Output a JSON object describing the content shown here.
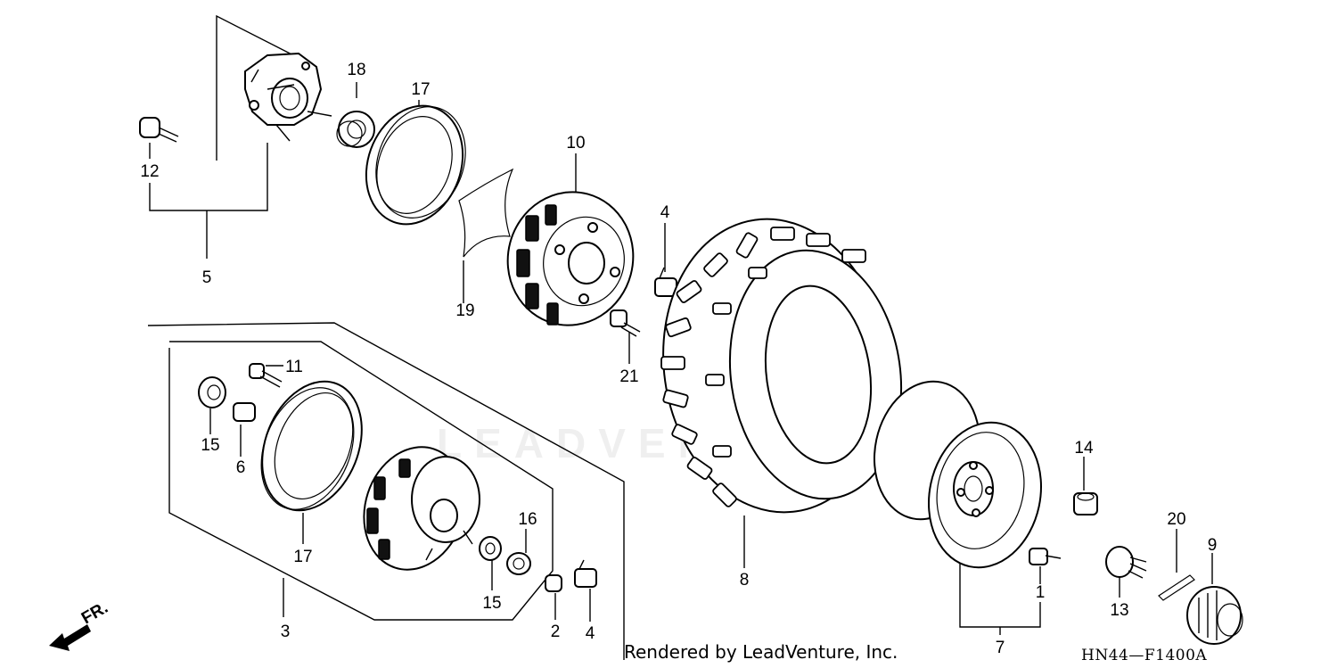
{
  "callouts": {
    "c1": "1",
    "c2": "2",
    "c3": "3",
    "c4a": "4",
    "c4b": "4",
    "c5": "5",
    "c6": "6",
    "c7": "7",
    "c8": "8",
    "c9": "9",
    "c10": "10",
    "c11": "11",
    "c12": "12",
    "c13": "13",
    "c14": "14",
    "c15a": "15",
    "c15b": "15",
    "c16": "16",
    "c17a": "17",
    "c17b": "17",
    "c18": "18",
    "c19": "19",
    "c20": "20",
    "c21": "21"
  },
  "front_arrow": "FR.",
  "footer": {
    "credit": "Rendered by LeadVenture, Inc.",
    "diagram_code": "HN44—F1400A"
  },
  "watermark": "LEADVENTURE",
  "icons": [
    "front-direction-arrow-icon"
  ]
}
